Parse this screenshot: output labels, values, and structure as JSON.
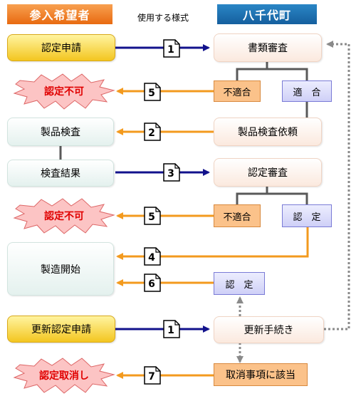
{
  "headers": {
    "applicant": "参入希望者",
    "forms": "使用する様式",
    "town": "八千代町"
  },
  "applicant_side": {
    "cert_application": "認定申請",
    "product_inspection": "製品検査",
    "inspection_result": "検査結果",
    "production_start": "製造開始",
    "renewal_application": "更新認定申請"
  },
  "town_side": {
    "document_review": "書類審査",
    "unfit_1": "不適合",
    "fit": "適　合",
    "inspection_request": "製品検査依頼",
    "cert_review": "認定審査",
    "unfit_2": "不適合",
    "certified_1": "認　定",
    "certified_2": "認　定",
    "renewal_procedure": "更新手続き",
    "revocation_case": "取消事項に該当"
  },
  "outcomes": {
    "rejected_1": "認定不可",
    "rejected_2": "認定不可",
    "revoked": "認定取消し"
  },
  "forms": [
    "1",
    "5",
    "2",
    "3",
    "5",
    "4",
    "6",
    "1",
    "7"
  ],
  "colors": {
    "blue_arrow": "#12128c",
    "orange_arrow": "#f39a1e",
    "dotted": "#8a8a8a"
  }
}
